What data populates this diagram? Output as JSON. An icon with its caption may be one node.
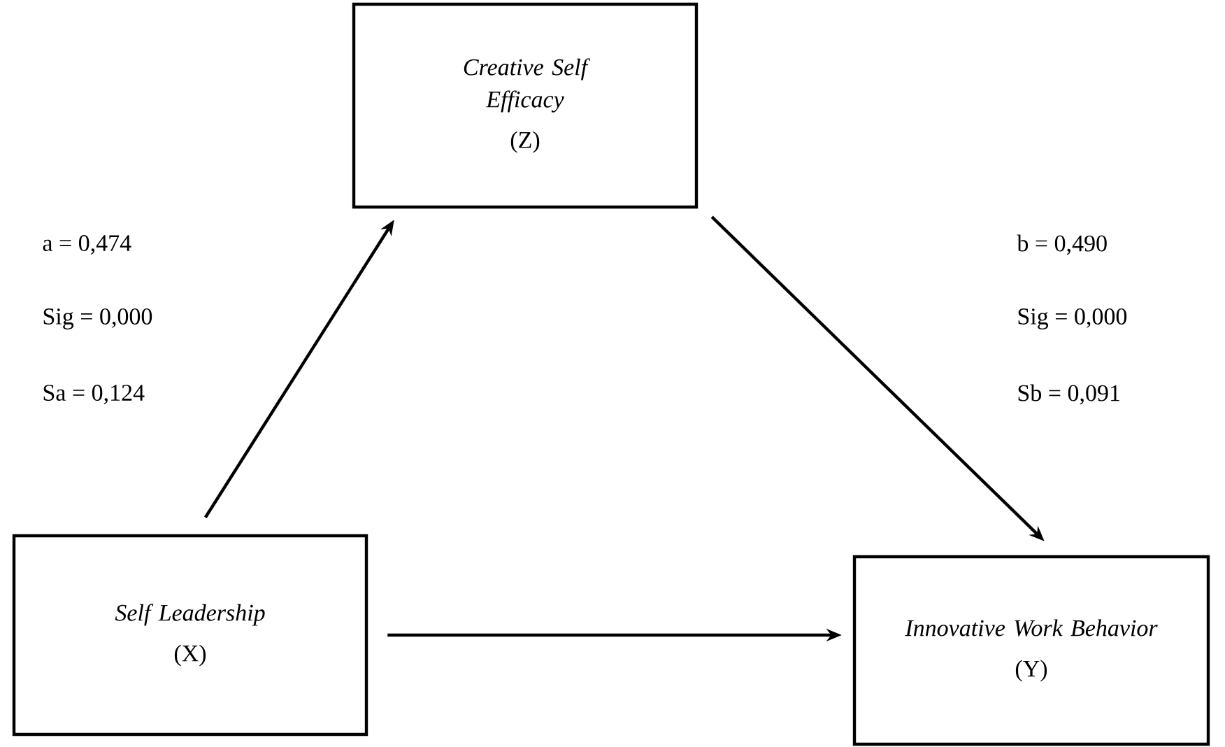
{
  "diagram": {
    "nodes": [
      {
        "text": [
          "Creative Self Efficacy",
          "(Z)"
        ]
      },
      {
        "text": [
          "Self Leadership",
          "(X)"
        ]
      },
      {
        "text": [
          "Innovative Work Behavior",
          "(Y)"
        ]
      }
    ],
    "edges": [
      {
        "from": 1,
        "to": 0,
        "arrow": "to"
      },
      {
        "from": 0,
        "to": 2,
        "arrow": "to"
      },
      {
        "from": 1,
        "to": 2,
        "arrow": "to"
      }
    ],
    "labels": [
      "a = 0,474",
      "Sig = 0,000",
      "Sa = 0,124",
      "b = 0,490",
      "Sig = 0,000",
      "Sb = 0,091"
    ]
  }
}
